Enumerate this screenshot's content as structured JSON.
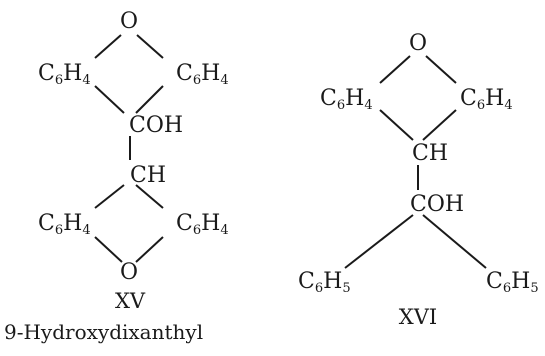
{
  "structure_xv": {
    "top_oxygen": "O",
    "upper_left_ring": {
      "symbol": "C",
      "sub1": "6",
      "symbol2": "H",
      "sub2": "4"
    },
    "upper_right_ring": {
      "symbol": "C",
      "sub1": "6",
      "symbol2": "H",
      "sub2": "4"
    },
    "carbinol": "COH",
    "methine": "CH",
    "lower_left_ring": {
      "symbol": "C",
      "sub1": "6",
      "symbol2": "H",
      "sub2": "4"
    },
    "lower_right_ring": {
      "symbol": "C",
      "sub1": "6",
      "symbol2": "H",
      "sub2": "4"
    },
    "bottom_oxygen": "O",
    "label": "XV",
    "caption": "9-Hydroxydixanthyl"
  },
  "structure_xvi": {
    "top_oxygen": "O",
    "left_ring": {
      "symbol": "C",
      "sub1": "6",
      "symbol2": "H",
      "sub2": "4"
    },
    "right_ring": {
      "symbol": "C",
      "sub1": "6",
      "symbol2": "H",
      "sub2": "4"
    },
    "methine": "CH",
    "carbinol": "COH",
    "left_phenyl": {
      "symbol": "C",
      "sub1": "6",
      "symbol2": "H",
      "sub2": "5"
    },
    "right_phenyl": {
      "symbol": "C",
      "sub1": "6",
      "symbol2": "H",
      "sub2": "5"
    },
    "label": "XVI"
  }
}
